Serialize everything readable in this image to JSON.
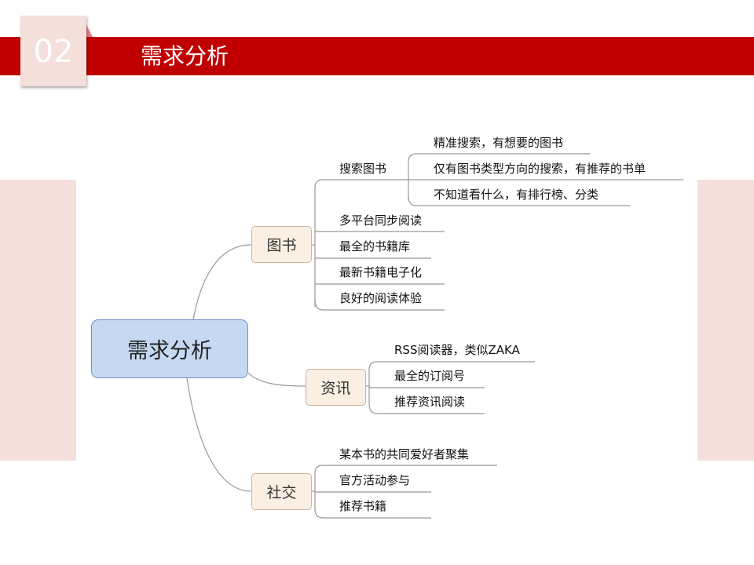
{
  "header": {
    "section_number": "02",
    "title": "需求分析"
  },
  "mindmap": {
    "root": "需求分析",
    "branches": [
      {
        "label": "图书",
        "items": [
          {
            "label": "搜索图书",
            "children": [
              "精准搜索，有想要的图书",
              "仅有图书类型方向的搜索，有推荐的书单",
              "不知道看什么，有排行榜、分类"
            ]
          },
          {
            "label": "多平台同步阅读"
          },
          {
            "label": "最全的书籍库"
          },
          {
            "label": "最新书籍电子化"
          },
          {
            "label": "良好的阅读体验"
          }
        ]
      },
      {
        "label": "资讯",
        "items": [
          {
            "label": "RSS阅读器，类似ZAKA"
          },
          {
            "label": "最全的订阅号"
          },
          {
            "label": "推荐资讯阅读"
          }
        ]
      },
      {
        "label": "社交",
        "items": [
          {
            "label": "某本书的共同爱好者聚集"
          },
          {
            "label": "官方活动参与"
          },
          {
            "label": "推荐书籍"
          }
        ]
      }
    ]
  },
  "colors": {
    "banner": "#c00000",
    "badge": "#f5dfdb",
    "side_blocks": "#f5dfdb",
    "root_fill": "#c6d9f3",
    "root_border": "#6a8fd0",
    "branch_fill": "#fbeee3",
    "connector": "#999999"
  }
}
